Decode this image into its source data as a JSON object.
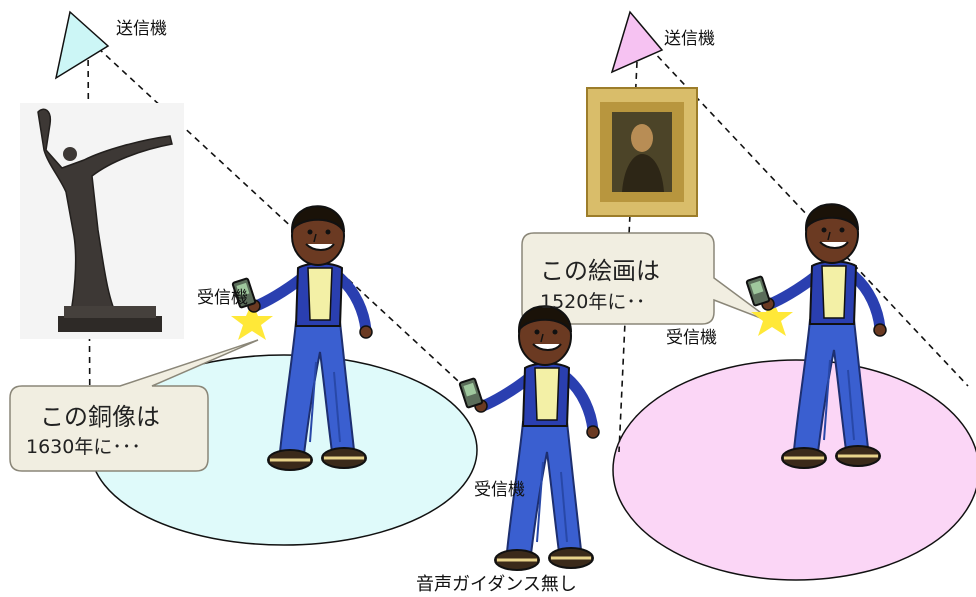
{
  "transmitter_label": "送信機",
  "receiver_label": "受信機",
  "no_guidance_label": "音声ガイダンス無し",
  "left_scene": {
    "bubble_line1": "この銅像は",
    "bubble_line2": "1630年に･･･",
    "cone_color": "#dffafa",
    "transmitter_color": "#ccf6f6"
  },
  "right_scene": {
    "bubble_line1": "この絵画は",
    "bubble_line2": "1520年に･･",
    "cone_color": "#fbd6f6",
    "transmitter_color": "#f6c2f2"
  },
  "colors": {
    "bubble_fill": "#f1eee1",
    "bubble_stroke": "#8a8678",
    "star": "#ffe838",
    "shirt": "#f3f0a6",
    "jeans": "#3a5fd0",
    "skin": "#6b3a22"
  }
}
